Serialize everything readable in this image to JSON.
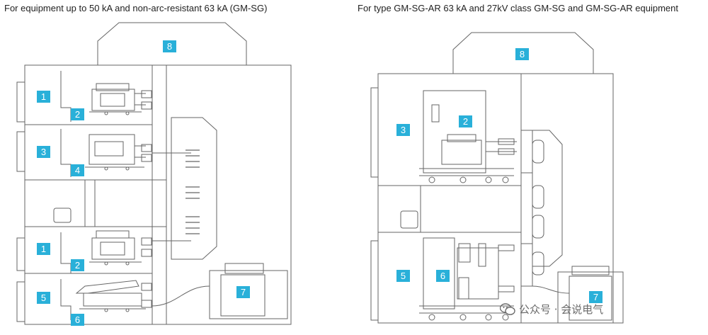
{
  "captions": {
    "left": "For equipment up to 50 kA and non-arc-resistant 63 kA (GM-SG)",
    "right": "For type GM-SG-AR 63 kA and 27kV class GM-SG and GM-SG-AR equipment"
  },
  "colors": {
    "label_fill": "#29b0d9",
    "label_text": "#ffffff",
    "line": "#666666"
  },
  "labels": {
    "l1a": "1",
    "l2a": "2",
    "l3a": "3",
    "l4a": "4",
    "l1b": "1",
    "l2b": "2",
    "l5a": "5",
    "l6a": "6",
    "l7a": "7",
    "l8a": "8",
    "r8": "8",
    "r3": "3",
    "r2": "2",
    "r5": "5",
    "r6": "6",
    "r7": "7"
  },
  "watermark": {
    "text": "公众号 · 会说电气",
    "icon": "wechat-icon"
  }
}
